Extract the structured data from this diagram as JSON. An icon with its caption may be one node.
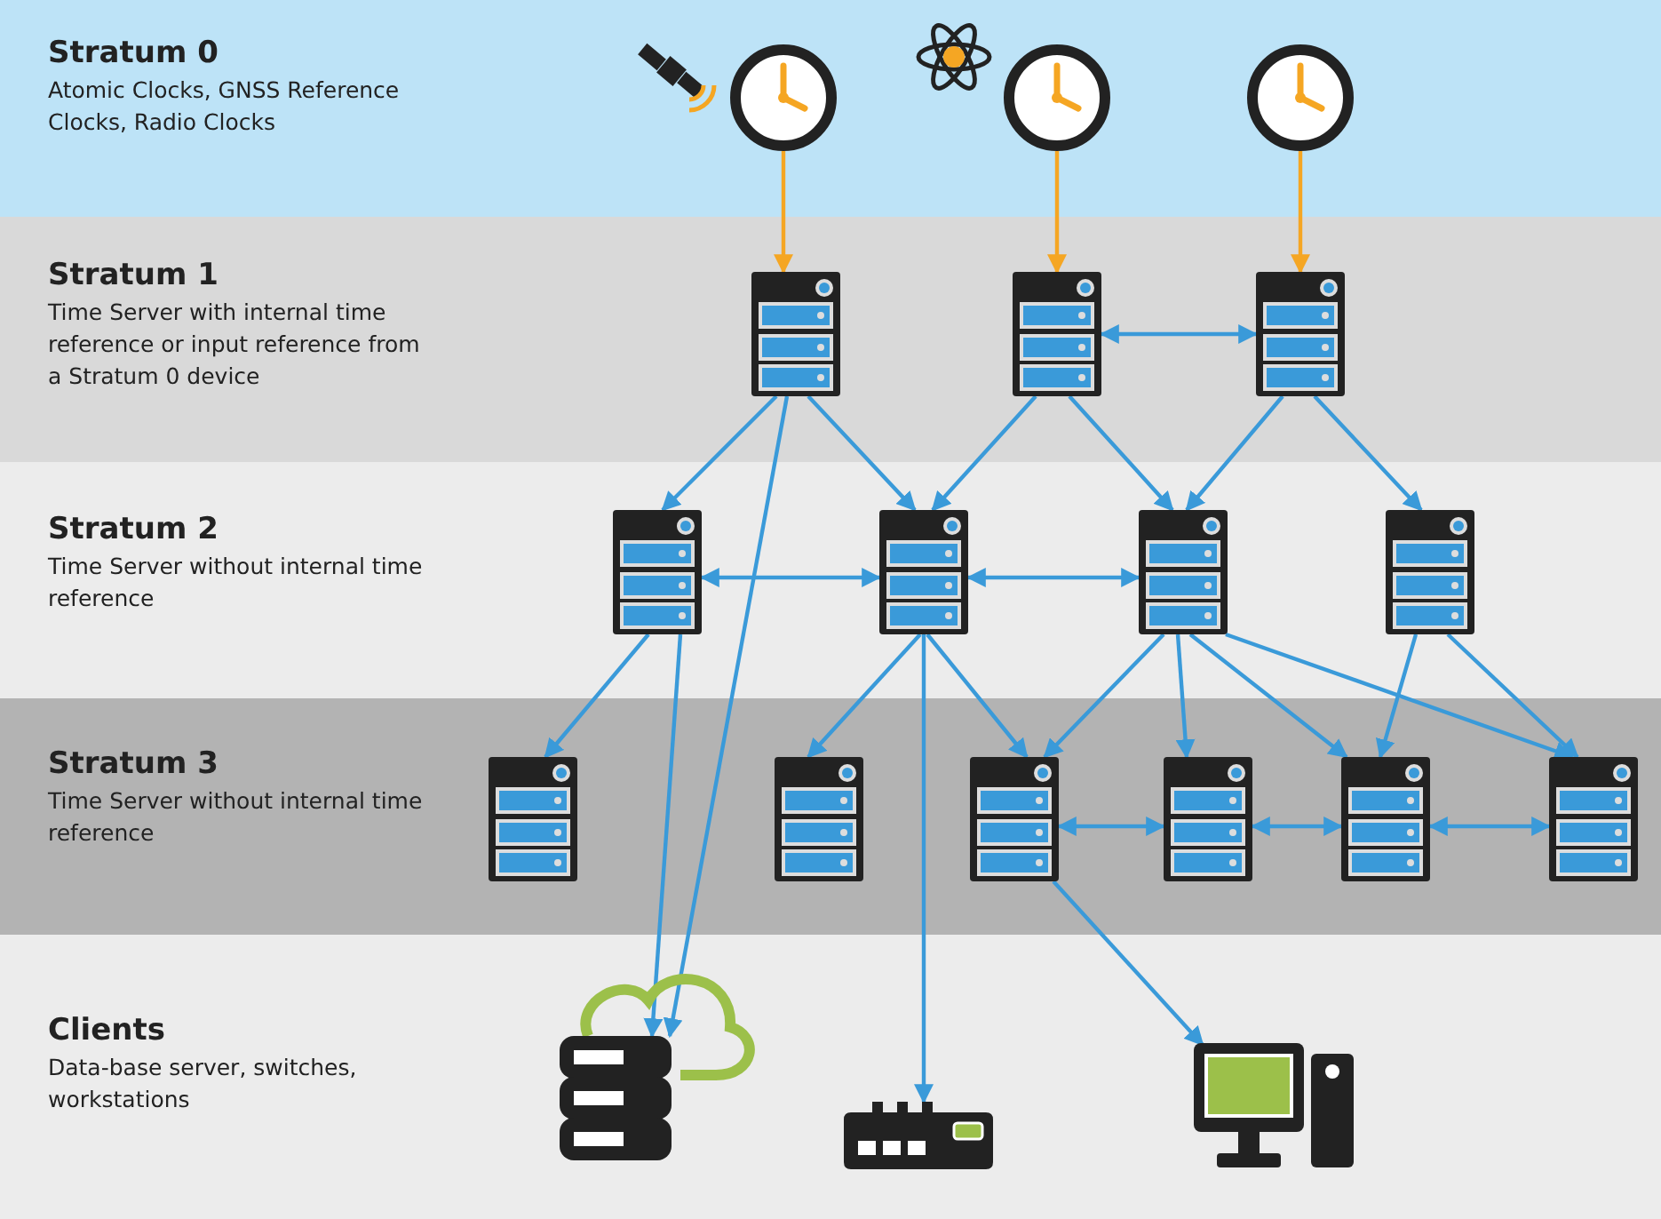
{
  "diagram": {
    "nodes": [
      {
        "text": [
          "Stratum 0",
          "Atomic Clocks, GNSS Reference Clocks, Radio Clocks"
        ]
      },
      {
        "text": [],
        "shape": "circle",
        "in": 0
      },
      {
        "text": [],
        "shape": "circle",
        "in": 0
      },
      {
        "text": [],
        "shape": "circle",
        "in": 0
      },
      {
        "text": [
          "Stratum 1",
          "Time Server with internal time reference or input reference from a Stratum 0 device"
        ]
      },
      {
        "text": [],
        "shape": "picture",
        "in": 4
      },
      {
        "text": [],
        "shape": "picture",
        "in": 4
      },
      {
        "text": [],
        "shape": "picture",
        "in": 4
      },
      {
        "text": [
          "Stratum 2",
          "Time Server without internal time reference"
        ]
      },
      {
        "text": [],
        "shape": "picture",
        "in": 8
      },
      {
        "text": [],
        "shape": "picture",
        "in": 8
      },
      {
        "text": [],
        "shape": "picture",
        "in": 8
      },
      {
        "text": [],
        "shape": "picture",
        "in": 8
      },
      {
        "text": [
          "Stratum 3",
          "Time Server without internal time reference"
        ]
      },
      {
        "text": [],
        "shape": "picture",
        "in": 13
      },
      {
        "text": [],
        "shape": "picture",
        "in": 13
      },
      {
        "text": [],
        "shape": "picture",
        "in": 13
      },
      {
        "text": [],
        "shape": "picture",
        "in": 13
      },
      {
        "text": [],
        "shape": "picture",
        "in": 13
      },
      {
        "text": [],
        "shape": "picture",
        "in": 13
      },
      {
        "text": [
          "Clients",
          "Data-base server, switches, workstations"
        ]
      },
      {
        "text": [],
        "shape": "picture",
        "in": 20
      },
      {
        "text": [],
        "shape": "picture",
        "in": 20
      },
      {
        "text": [],
        "shape": "picture",
        "in": 20
      }
    ],
    "edges": [
      {
        "from": 1,
        "to": 5,
        "arrow": "to",
        "color": "#f5a623"
      },
      {
        "from": 2,
        "to": 6,
        "arrow": "to",
        "color": "#f5a623"
      },
      {
        "from": 3,
        "to": 7,
        "arrow": "to",
        "color": "#f5a623"
      },
      {
        "from": 6,
        "to": 7,
        "arrow": "both"
      },
      {
        "from": 5,
        "to": 9,
        "arrow": "to"
      },
      {
        "from": 5,
        "to": 10,
        "arrow": "to"
      },
      {
        "from": 5,
        "to": 21,
        "arrow": "to"
      },
      {
        "from": 6,
        "to": 10,
        "arrow": "to"
      },
      {
        "from": 6,
        "to": 11,
        "arrow": "to"
      },
      {
        "from": 7,
        "to": 11,
        "arrow": "to"
      },
      {
        "from": 7,
        "to": 12,
        "arrow": "to"
      },
      {
        "from": 9,
        "to": 10,
        "arrow": "both"
      },
      {
        "from": 10,
        "to": 11,
        "arrow": "both"
      },
      {
        "from": 9,
        "to": 14,
        "arrow": "to"
      },
      {
        "from": 9,
        "to": 21,
        "arrow": "to"
      },
      {
        "from": 10,
        "to": 15,
        "arrow": "to"
      },
      {
        "from": 10,
        "to": 16,
        "arrow": "to"
      },
      {
        "from": 10,
        "to": 22,
        "arrow": "to"
      },
      {
        "from": 11,
        "to": 16,
        "arrow": "to"
      },
      {
        "from": 11,
        "to": 17,
        "arrow": "to"
      },
      {
        "from": 11,
        "to": 18,
        "arrow": "to"
      },
      {
        "from": 11,
        "to": 19,
        "arrow": "to"
      },
      {
        "from": 12,
        "to": 18,
        "arrow": "to"
      },
      {
        "from": 12,
        "to": 19,
        "arrow": "to"
      },
      {
        "from": 16,
        "to": 17,
        "arrow": "both"
      },
      {
        "from": 17,
        "to": 18,
        "arrow": "both"
      },
      {
        "from": 18,
        "to": 19,
        "arrow": "both"
      },
      {
        "from": 16,
        "to": 23,
        "arrow": "to"
      }
    ]
  }
}
